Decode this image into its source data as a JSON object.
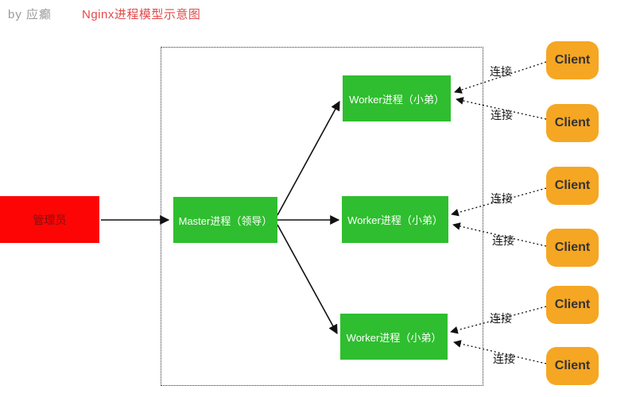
{
  "header": {
    "byline": "by 应癫",
    "title": "Nginx进程模型示意图"
  },
  "diagram": {
    "admin": {
      "label": "管理员"
    },
    "master": {
      "label": "Master进程（领导）"
    },
    "workers": [
      {
        "label": "Worker进程（小弟）"
      },
      {
        "label": "Worker进程（小弟）"
      },
      {
        "label": "Worker进程（小弟）"
      }
    ],
    "clients": [
      {
        "label": "Client"
      },
      {
        "label": "Client"
      },
      {
        "label": "Client"
      },
      {
        "label": "Client"
      },
      {
        "label": "Client"
      },
      {
        "label": "Client"
      }
    ],
    "connections": [
      {
        "label": "连接"
      },
      {
        "label": "连接"
      },
      {
        "label": "连接"
      },
      {
        "label": "连接"
      },
      {
        "label": "连接"
      },
      {
        "label": "连接"
      }
    ]
  },
  "colors": {
    "admin_bg": "#FD0505",
    "admin_text": "#7E1010",
    "process_bg": "#2FBE2F",
    "process_text": "#FFFFFF",
    "client_bg": "#F5A623",
    "client_text": "#333333",
    "title_text": "#E34A4A",
    "byline_text": "#9B9B9B",
    "line": "#111111"
  }
}
